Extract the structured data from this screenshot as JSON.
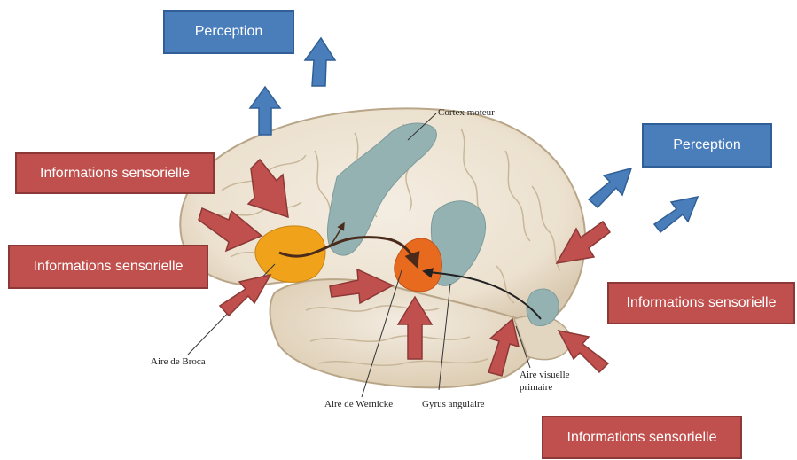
{
  "boxes": {
    "perception_top": "Perception",
    "perception_right": "Perception",
    "info_top_left": "Informations sensorielle",
    "info_mid_left": "Informations sensorielle",
    "info_right": "Informations sensorielle",
    "info_bottom": "Informations sensorielle"
  },
  "labels": {
    "cortex_moteur": "Cortex moteur",
    "aire_broca": "Aire de Broca",
    "aire_wernicke": "Aire de Wernicke",
    "gyrus_angulaire": "Gyrus angulaire",
    "aire_visuelle_line1": "Aire visuelle",
    "aire_visuelle_line2": "primaire"
  },
  "colors": {
    "blue_box": "#4a7ebb",
    "red_box": "#c0504d",
    "brain": "#efe6d8",
    "broca": "#f0a31a",
    "wernicke": "#e86a1e",
    "blue_areas": "#95b2b3"
  }
}
